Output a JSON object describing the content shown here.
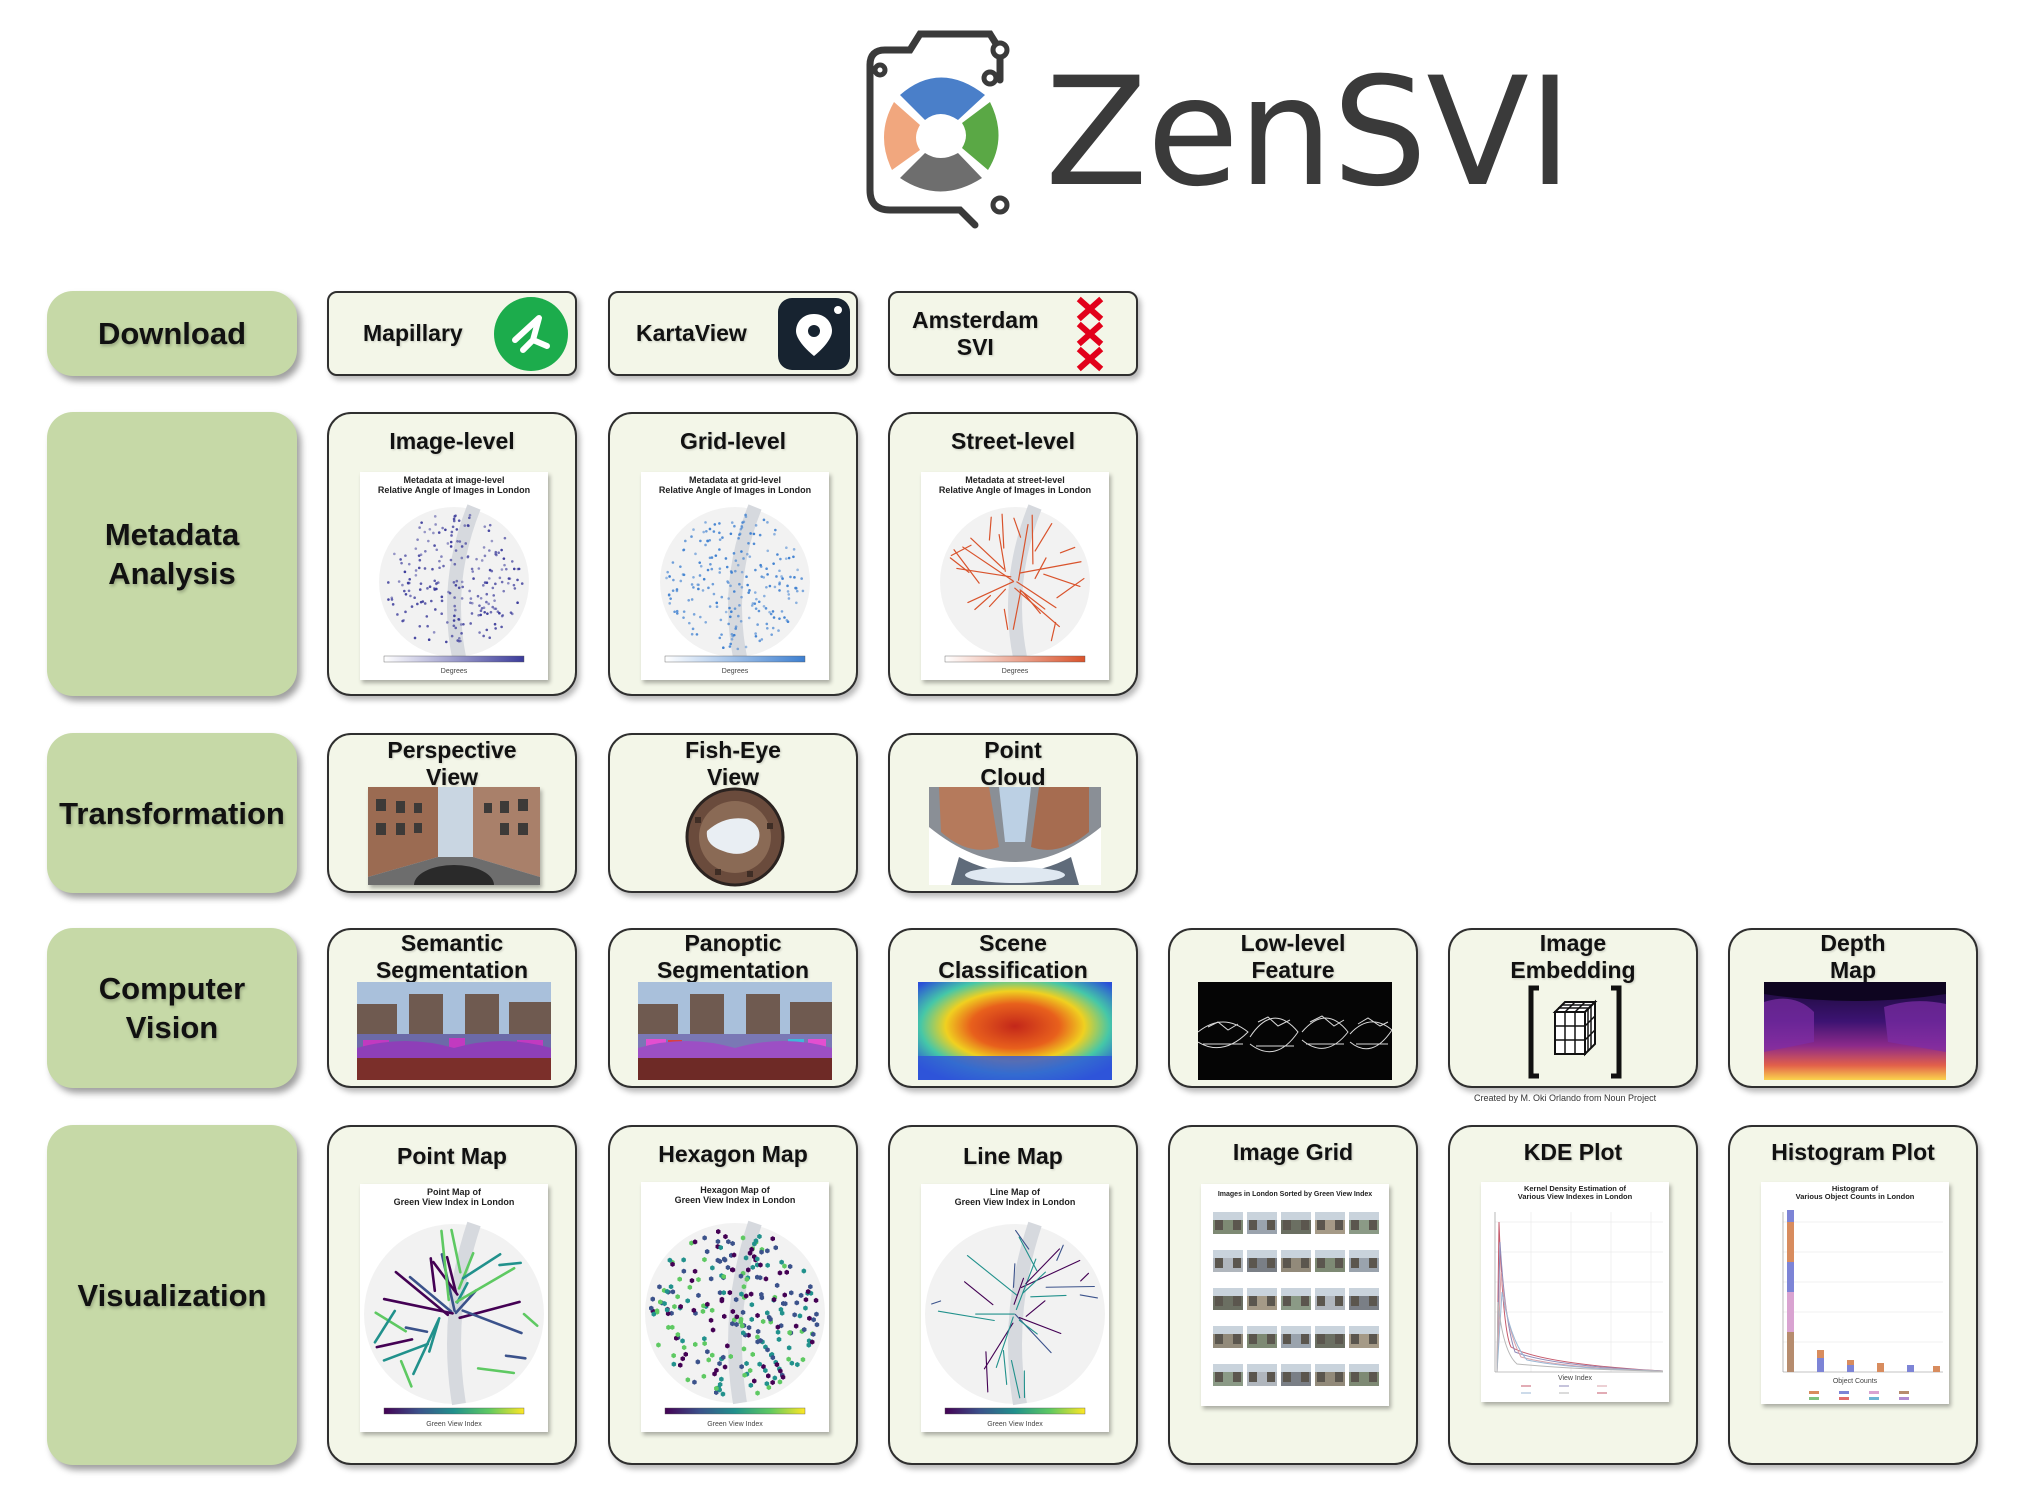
{
  "brand": {
    "name": "ZenSVI",
    "ring_colors": [
      "#4a7fc9",
      "#5aa845",
      "#6e6e6e",
      "#f1a77e"
    ]
  },
  "categories": [
    {
      "label": "Download"
    },
    {
      "label": "Metadata\nAnalysis"
    },
    {
      "label": "Transformation"
    },
    {
      "label": "Computer\nVision"
    },
    {
      "label": "Visualization"
    }
  ],
  "download": [
    {
      "label": "Mapillary",
      "icon": "mapillary-icon"
    },
    {
      "label": "KartaView",
      "icon": "kartaview-icon"
    },
    {
      "label": "Amsterdam\nSVI",
      "icon": "amsterdam-xxx-icon"
    }
  ],
  "metadata": [
    {
      "title": "Image-level",
      "chart_title": "Metadata at image-level\nRelative Angle of Images in London",
      "axis": "Degrees",
      "color": "#3b3b9a"
    },
    {
      "title": "Grid-level",
      "chart_title": "Metadata at grid-level\nRelative Angle of Images in London",
      "axis": "Degrees",
      "color": "#3d7fd0"
    },
    {
      "title": "Street-level",
      "chart_title": "Metadata at street-level\nRelative Angle of Images in London",
      "axis": "Degrees",
      "color": "#d9532c"
    }
  ],
  "transformation": [
    {
      "title": "Perspective\nView"
    },
    {
      "title": "Fish-Eye\nView"
    },
    {
      "title": "Point\nCloud"
    }
  ],
  "computer_vision": [
    {
      "title": "Semantic\nSegmentation"
    },
    {
      "title": "Panoptic\nSegmentation"
    },
    {
      "title": "Scene\nClassification"
    },
    {
      "title": "Low-level\nFeature"
    },
    {
      "title": "Image\nEmbedding"
    },
    {
      "title": "Depth\nMap"
    }
  ],
  "credit": "Created by M. Oki Orlando from Noun Project",
  "visualization": [
    {
      "title": "Point Map",
      "chart_title": "Point Map of\nGreen View Index in London",
      "axis": "Green View Index"
    },
    {
      "title": "Hexagon Map",
      "chart_title": "Hexagon Map of\nGreen View Index in London",
      "axis": "Green View Index"
    },
    {
      "title": "Line Map",
      "chart_title": "Line Map of\nGreen View Index in London",
      "axis": "Green View Index"
    },
    {
      "title": "Image Grid",
      "chart_title": "Images in London Sorted by Green View Index"
    },
    {
      "title": "KDE Plot",
      "chart_title": "Kernel Density Estimation of\nVarious View Indexes in London",
      "axis": "View Index"
    },
    {
      "title": "Histogram Plot",
      "chart_title": "Histogram of\nVarious Object Counts in London",
      "axis": "Object Counts"
    }
  ]
}
